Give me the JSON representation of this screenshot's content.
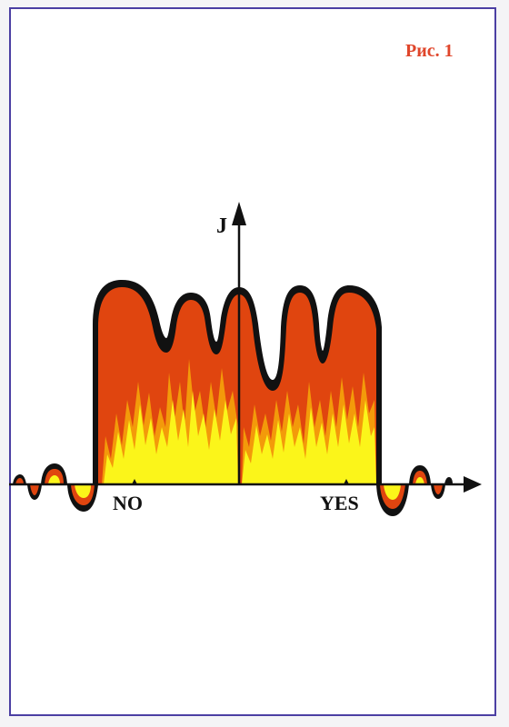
{
  "figure": {
    "label": "Рис. 1",
    "label_color": "#e0452a"
  },
  "axes": {
    "y_label": "J",
    "x_tick_left": "NO",
    "x_tick_right": "YES"
  },
  "colors": {
    "frame": "#4b3fa3",
    "outline": "#111111",
    "flame_outer": "#e0450f",
    "flame_mid": "#f39a0a",
    "flame_inner": "#fbf51a"
  }
}
